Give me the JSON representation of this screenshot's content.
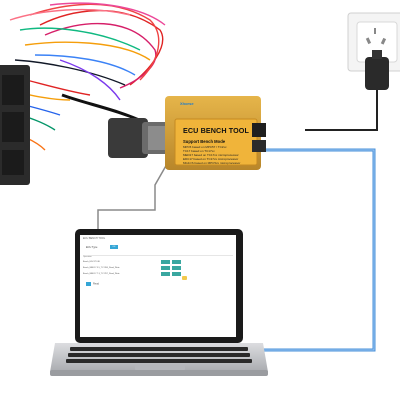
{
  "device": {
    "brand": "Xhorse",
    "title": "ECU BENCH TOOL",
    "subtitle": "Support Bench Mode",
    "lines": [
      "MPC5 based on MPC57 / TC2xx",
      "TC17 based on TC17xx",
      "MED17 based on TC17xx microprocessor",
      "EDC17 based on TC17xx microprocessor",
      "MG1CS based on MPC5xx microprocessor"
    ]
  },
  "laptop_ui": {
    "title": "ECU BENCH TOOL",
    "label": "ECU Type",
    "tag": "OK",
    "header": "Operation",
    "rows": [
      "Bosch_EDC17C46",
      "Bosch_MED17.5.5_TC1766_Read_Write",
      "Bosch_MED17.7.3_TC1797_Read_Write"
    ],
    "footer": "Read"
  },
  "colors": {
    "device_body": "#d9a43a",
    "device_label": "#e8a832",
    "usb_cable": "#4a90d9",
    "laptop_body": "#c9cacd"
  }
}
